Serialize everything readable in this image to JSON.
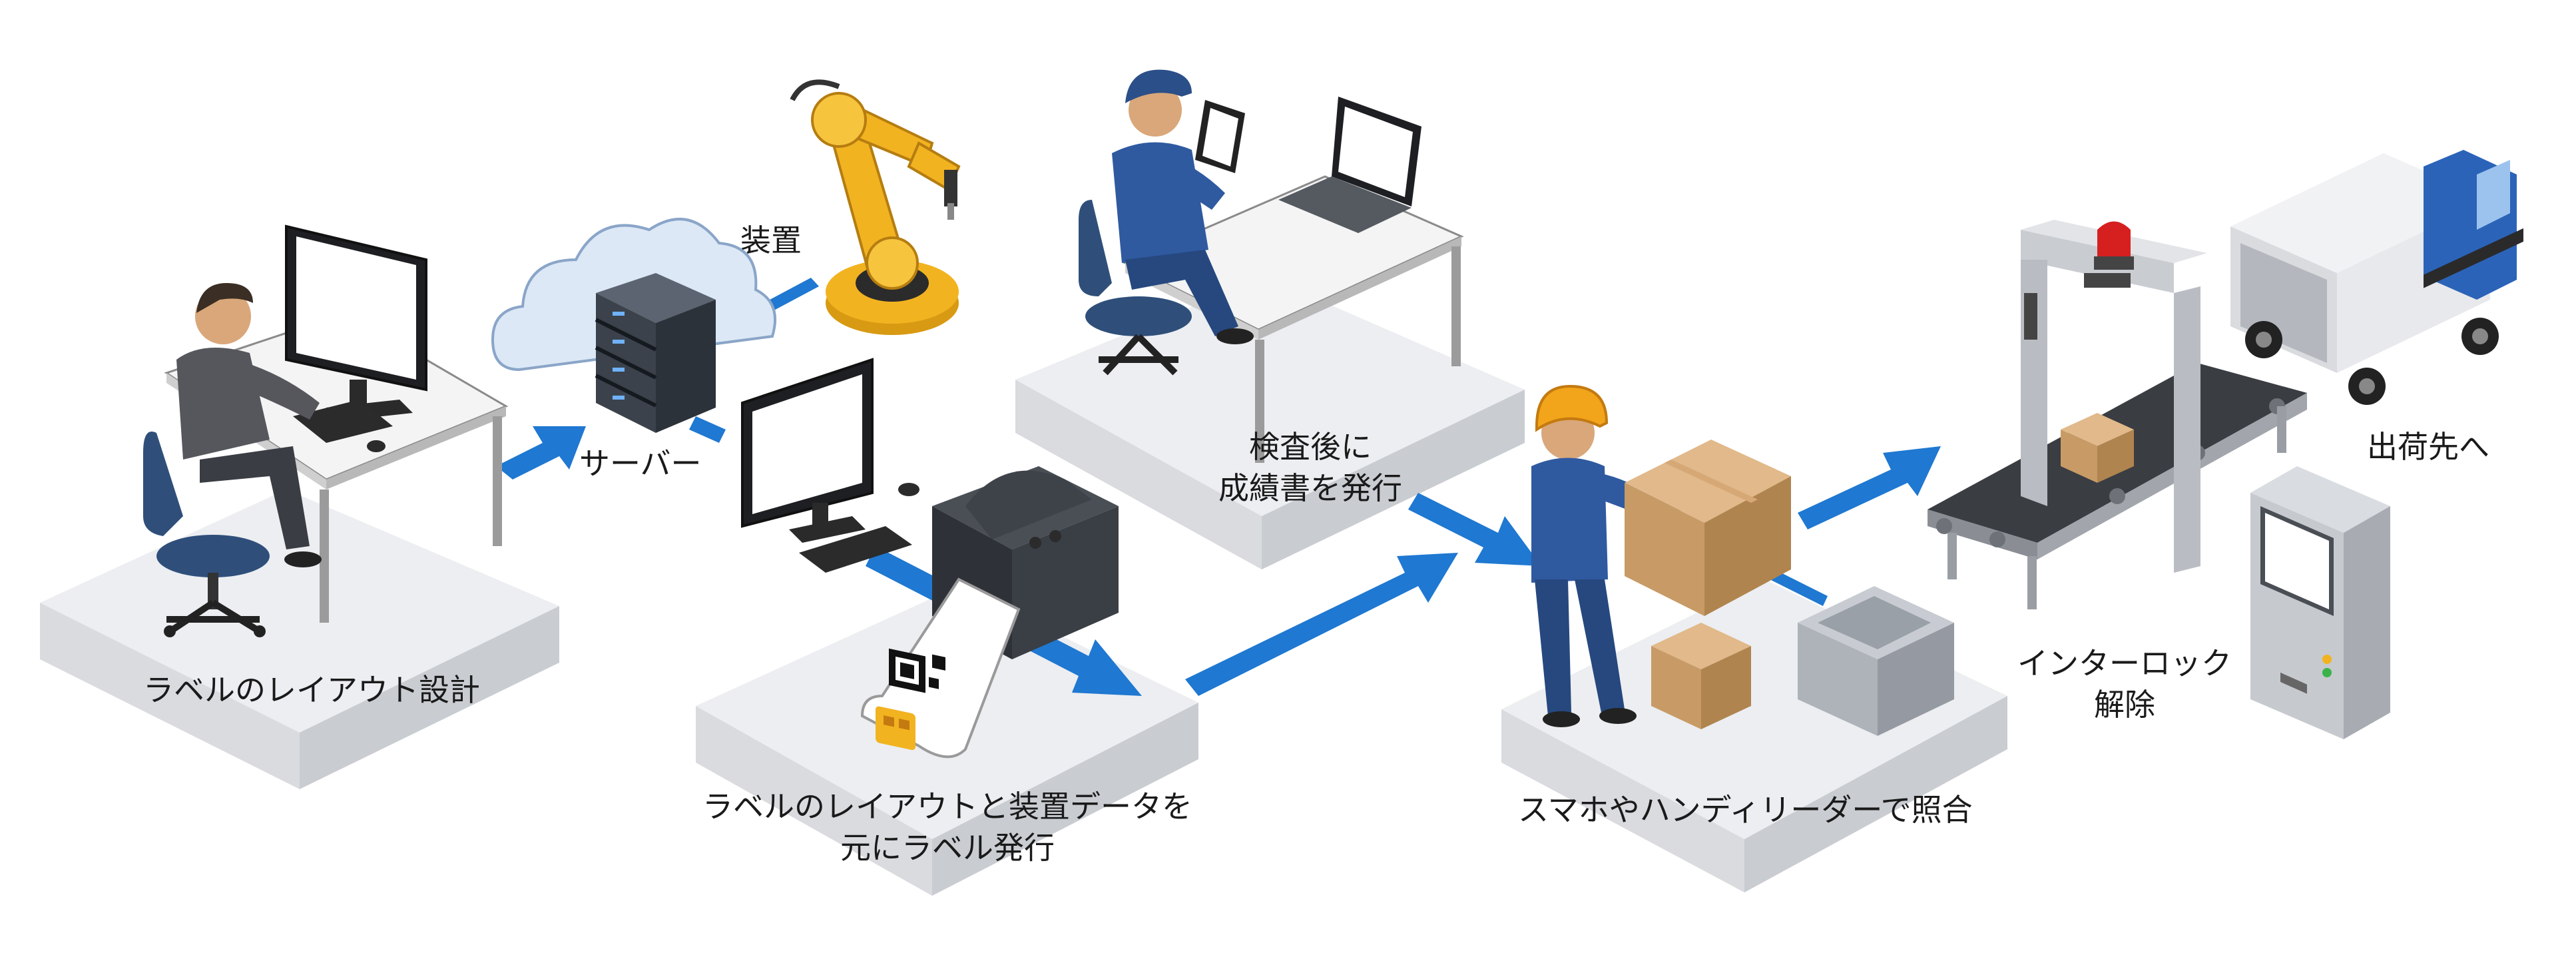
{
  "labels": {
    "device": "装置",
    "server": "サーバー",
    "layout_design": "ラベルのレイアウト設計",
    "issue_line1": "ラベルのレイアウトと装置データを",
    "issue_line2": "元にラベル発行",
    "inspection_line1": "検査後に",
    "inspection_line2": "成績書を発行",
    "verify": "スマホやハンディリーダーで照合",
    "interlock_line1": "インターロック",
    "interlock_line2": "解除",
    "ship": "出荷先へ"
  },
  "colors": {
    "arrow": "#1f78d1",
    "platform_top": "#eeeff1",
    "platform_side": "#d5d7db",
    "worker_blue": "#2f5aa0",
    "robot_yellow": "#f2b321",
    "box_brown": "#c89b66"
  },
  "icons": [
    "designer-workstation",
    "cloud-icon",
    "server-icon",
    "robot-arm-icon",
    "monitor-icon",
    "label-printer-icon",
    "qr-label-icon",
    "inspector-icon",
    "laptop-icon",
    "worker-scanner-icon",
    "cardboard-box-icon",
    "bin-icon",
    "interlock-gate-icon",
    "warning-light-icon",
    "conveyor-icon",
    "control-kiosk-icon",
    "delivery-truck-icon"
  ]
}
